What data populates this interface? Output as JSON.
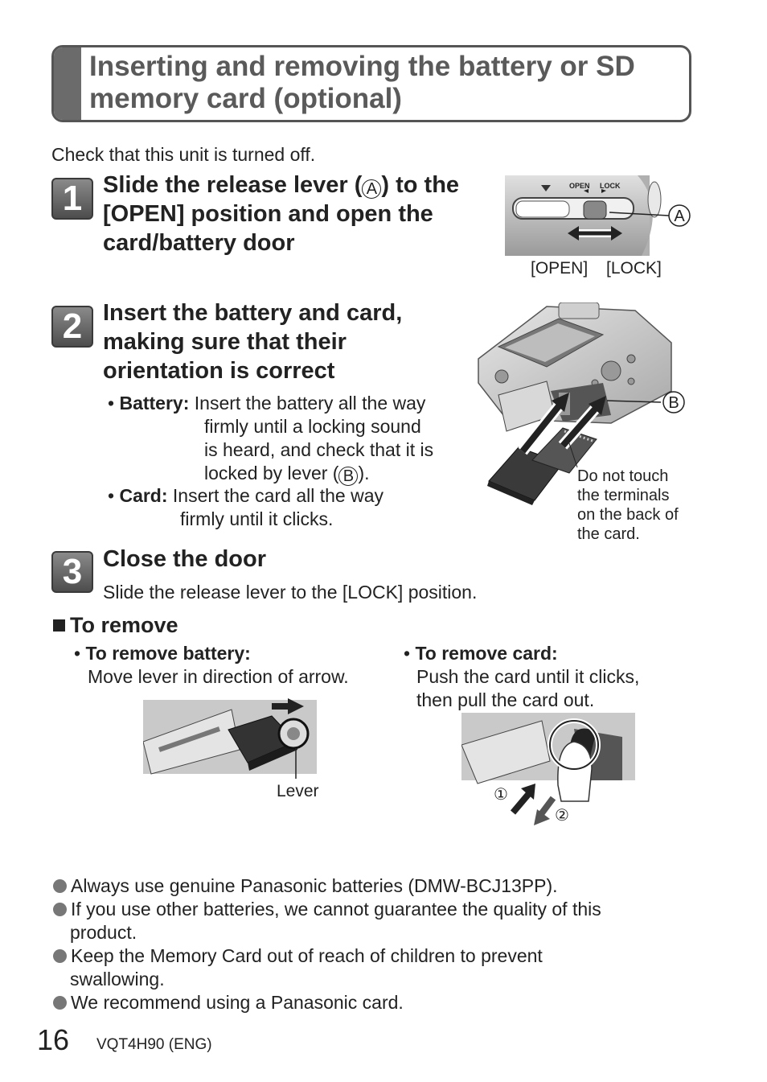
{
  "title": "Inserting and removing the battery or SD memory card (optional)",
  "intro": "Check that this unit is turned off.",
  "steps": [
    {
      "number": "1",
      "heading_a": "Slide the release lever (",
      "marker": "A",
      "heading_b": ") to the [OPEN] position and open the card/battery door",
      "figure": {
        "label_open": "OPEN",
        "label_lock": "LOCK",
        "marker": "A",
        "caption_open": "[OPEN]",
        "caption_lock": "[LOCK]"
      }
    },
    {
      "number": "2",
      "heading": "Insert the battery and card, making sure that their orientation is correct",
      "battery_label": "Battery:",
      "battery_text_1": "Insert the battery all the way",
      "battery_text_2": "firmly until a locking sound",
      "battery_text_3": "is heard, and check that it is",
      "battery_text_4a": "locked by lever (",
      "battery_marker": "B",
      "battery_text_4b": ").",
      "card_label": "Card:",
      "card_text_1": "Insert the card all the way",
      "card_text_2": "firmly until it clicks.",
      "figure": {
        "marker": "B",
        "note_1": "Do not touch",
        "note_2": "the terminals",
        "note_3": "on the back of",
        "note_4": "the card."
      }
    },
    {
      "number": "3",
      "heading": "Close the door",
      "text": "Slide the release lever to the [LOCK] position."
    }
  ],
  "remove": {
    "heading": "To remove",
    "battery_label": "To remove battery:",
    "battery_text": "Move lever in direction of arrow.",
    "lever_caption": "Lever",
    "card_label": "To remove card:",
    "card_text_1": "Push the card until it clicks,",
    "card_text_2": "then pull the card out.",
    "step_1": "①",
    "step_2": "②"
  },
  "notes": [
    {
      "line1": "Always use genuine Panasonic batteries (DMW-BCJ13PP).",
      "line2": ""
    },
    {
      "line1": "If you use other batteries, we cannot guarantee the quality of this",
      "line2": "product."
    },
    {
      "line1": "Keep the Memory Card out of reach of children to prevent",
      "line2": "swallowing."
    },
    {
      "line1": "We recommend using a Panasonic card.",
      "line2": ""
    }
  ],
  "footer": {
    "page": "16",
    "code": "VQT4H90 (ENG)"
  }
}
